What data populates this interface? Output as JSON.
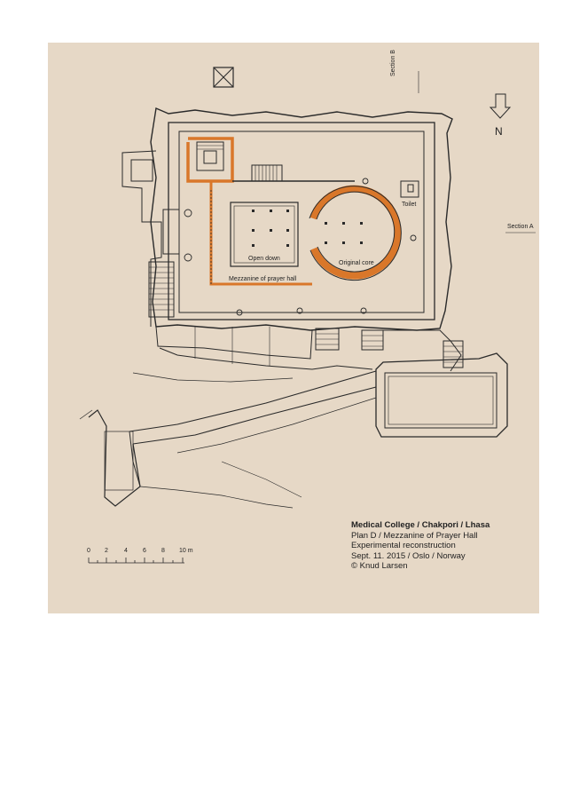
{
  "caption": {
    "title": "Medical College / Chakpori / Lhasa",
    "line2": "Plan D / Mezzanine of Prayer Hall",
    "line3": "Experimental reconstruction",
    "line4": "Sept. 11. 2015 / Oslo / Norway",
    "line5": "© Knud Larsen"
  },
  "labels": {
    "open_down": "Open down",
    "original_core": "Original core",
    "mezzanine": "Mezzanine of prayer hall",
    "toilet": "Toilet",
    "section_a": "Section A",
    "section_b": "Section B",
    "north": "N"
  },
  "scale": {
    "ticks": [
      "0",
      "2",
      "4",
      "6",
      "8",
      "10 m"
    ]
  },
  "colors": {
    "background": "#e6d8c6",
    "highlight": "#d9772a",
    "ink": "#2a2a2a"
  }
}
